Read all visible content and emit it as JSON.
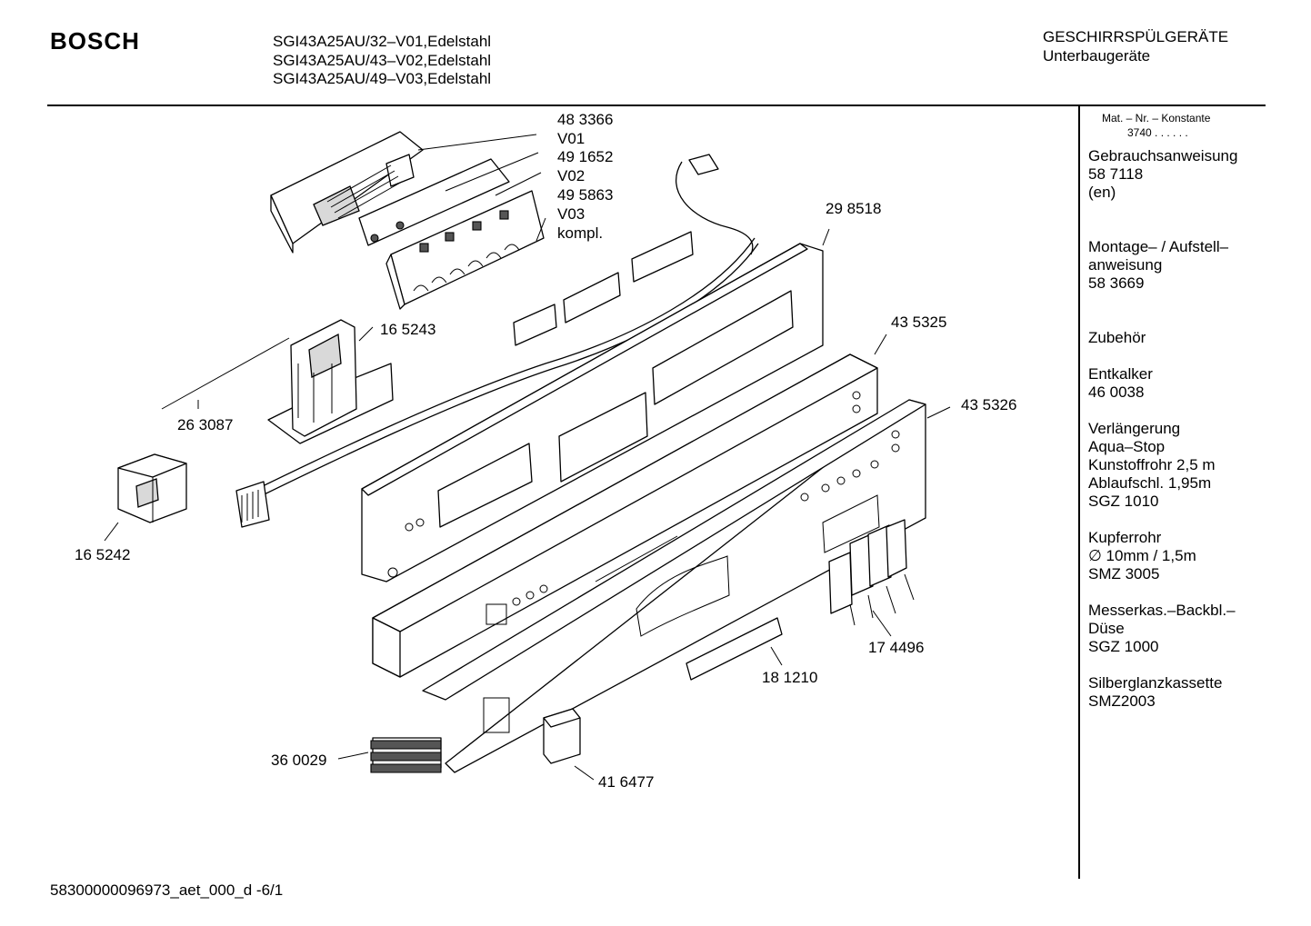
{
  "header": {
    "brand": "BOSCH",
    "models": [
      "SGI43A25AU/32–V01,Edelstahl",
      "SGI43A25AU/43–V02,Edelstahl",
      "SGI43A25AU/49–V03,Edelstahl"
    ],
    "category": [
      "GESCHIRRSPÜLGERÄTE",
      "Unterbaugeräte"
    ]
  },
  "sidebar": {
    "mat_header": "Mat. – Nr. – Konstante",
    "mat_value": "3740  .  .   .  .  .  .",
    "accessories": [
      [
        "Gebrauchsanweisung",
        "58 7118",
        "(en)"
      ],
      [
        "",
        "Montage– / Aufstell–",
        "anweisung",
        "58 3669"
      ],
      [
        "",
        "Zubehör"
      ],
      [
        "Entkalker",
        "46 0038"
      ],
      [
        "Verlängerung",
        "Aqua–Stop",
        "Kunstoffrohr 2,5 m",
        "Ablaufschl. 1,95m",
        "SGZ 1010"
      ],
      [
        "Kupferrohr",
        "∅ 10mm / 1,5m",
        "SMZ 3005"
      ],
      [
        "Messerkas.–Backbl.–",
        "Düse",
        "SGZ 1000"
      ],
      [
        "Silberglanzkassette",
        "SMZ2003"
      ]
    ]
  },
  "diagram": {
    "labels": {
      "module_numbers": [
        "48 3366",
        "V01",
        "49 1652",
        "V02",
        "49 5863",
        "V03",
        "kompl."
      ],
      "p298518": "29 8518",
      "p165243": "16 5243",
      "p263087": "26 3087",
      "p165242": "16 5242",
      "p435325": "43 5325",
      "p435326": "43 5326",
      "p174496": "17 4496",
      "p181210": "18 1210",
      "p360029": "36 0029",
      "p416477": "41 6477"
    }
  },
  "footer": {
    "code": "58300000096973_aet_000_d  -6/1"
  }
}
